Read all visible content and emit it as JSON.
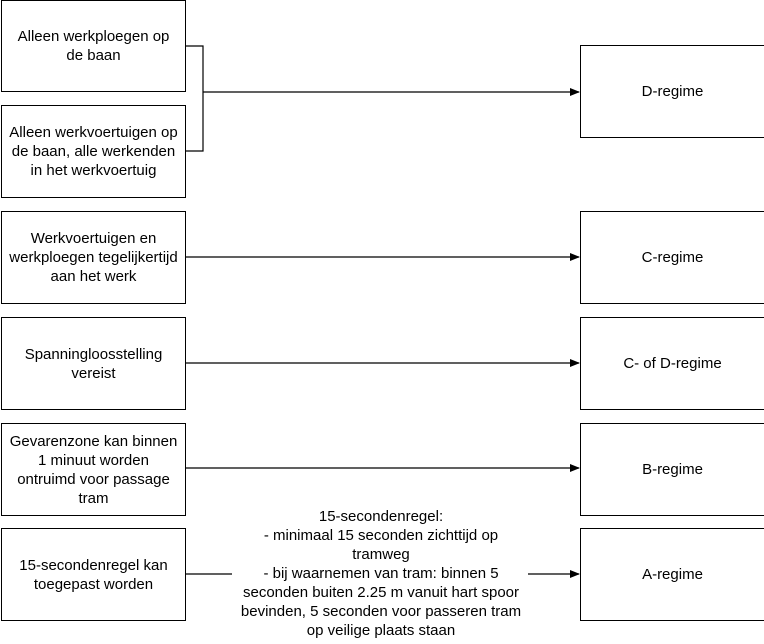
{
  "conditions": [
    {
      "id": "werkploegen",
      "text": "Alleen werkploegen op de baan"
    },
    {
      "id": "werkvoertuigen",
      "text": "Alleen werkvoertuigen op de baan, alle werkenden in het werkvoertuig"
    },
    {
      "id": "tegelijk",
      "text": "Werkvoertuigen en werkploegen tegelijkertijd aan het werk"
    },
    {
      "id": "spanning",
      "text": "Spanningloosstelling vereist"
    },
    {
      "id": "gevarenzone",
      "text": "Gevarenzone kan binnen 1 minuut worden ontruimd voor passage tram"
    },
    {
      "id": "vijftien",
      "text": "15-secondenregel kan toegepast worden"
    }
  ],
  "regimes": [
    {
      "id": "d",
      "text": "D-regime"
    },
    {
      "id": "c",
      "text": "C-regime"
    },
    {
      "id": "cd",
      "text": "C- of D-regime"
    },
    {
      "id": "b",
      "text": "B-regime"
    },
    {
      "id": "a",
      "text": "A-regime"
    }
  ],
  "note": {
    "title": "15-secondenregel:",
    "line1": "- minimaal 15 seconden zichttijd op tramweg",
    "line2": "- bij waarnemen van tram: binnen 5 seconden buiten 2.25 m vanuit hart spoor bevinden, 5 seconden voor passeren tram op veilige plaats staan"
  }
}
